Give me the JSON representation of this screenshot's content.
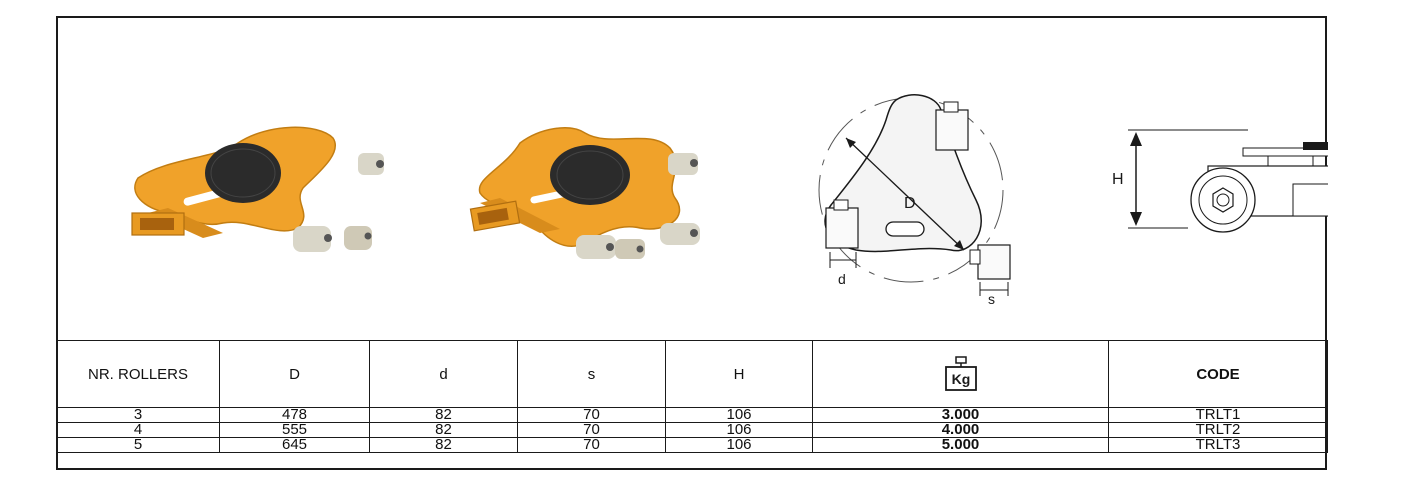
{
  "table": {
    "headers": [
      "NR. ROLLERS",
      "D",
      "d",
      "s",
      "H",
      "",
      "CODE"
    ],
    "weight_icon_text": "Kg",
    "rows": [
      [
        "3",
        "478",
        "82",
        "70",
        "106",
        "3.000",
        "TRLT1"
      ],
      [
        "4",
        "555",
        "82",
        "70",
        "106",
        "4.000",
        "TRLT2"
      ],
      [
        "5",
        "645",
        "82",
        "70",
        "106",
        "5.000",
        "TRLT3"
      ]
    ]
  },
  "diagram_labels": {
    "big_diameter": "D",
    "roller_diameter": "d",
    "roller_width": "s",
    "height": "H"
  },
  "colors": {
    "plate": "#f0a22a",
    "pad": "#2b2b2b",
    "roller": "#d9d6c8",
    "line": "#1a1a1a"
  }
}
